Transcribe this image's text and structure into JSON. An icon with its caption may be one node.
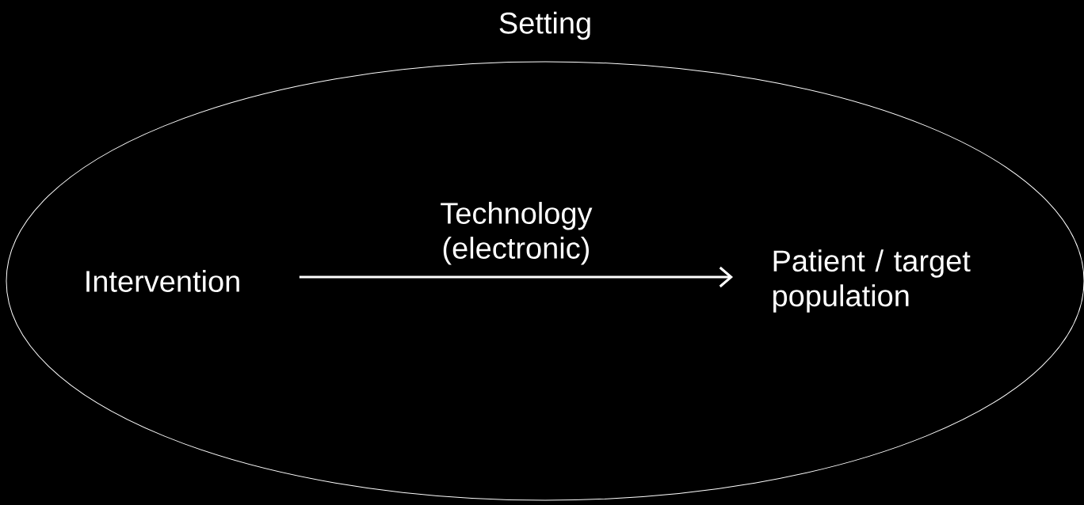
{
  "diagram": {
    "nodes": [
      {
        "text": [
          "Setting"
        ]
      },
      {
        "text": [
          "Intervention"
        ],
        "in": 0
      },
      {
        "text": [
          "Patient / target population"
        ],
        "in": 0
      }
    ],
    "edges": [
      {
        "from": 1,
        "to": 2,
        "arrow": "to",
        "label": "Technology (electronic)"
      }
    ]
  }
}
